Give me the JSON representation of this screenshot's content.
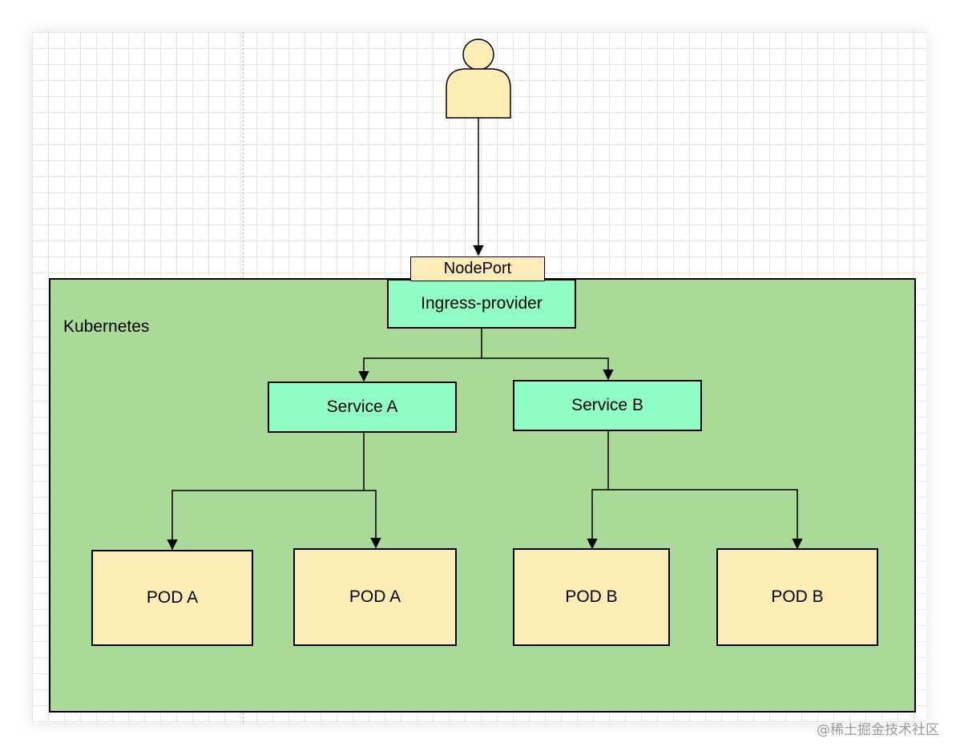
{
  "diagram": {
    "user_icon": "person-icon",
    "cluster_label": "Kubernetes",
    "nodeport_label": "NodePort",
    "ingress_label": "Ingress-provider",
    "services": [
      {
        "label": "Service A"
      },
      {
        "label": "Service B"
      }
    ],
    "pods": [
      {
        "label": "POD A"
      },
      {
        "label": "POD A"
      },
      {
        "label": "POD B"
      },
      {
        "label": "POD B"
      }
    ],
    "colors": {
      "cluster_fill": "#a9da98",
      "service_fill": "#8ffdc4",
      "pod_fill": "#fcedb7",
      "user_fill": "#fcedb7"
    }
  },
  "watermark": "@稀土掘金技术社区"
}
